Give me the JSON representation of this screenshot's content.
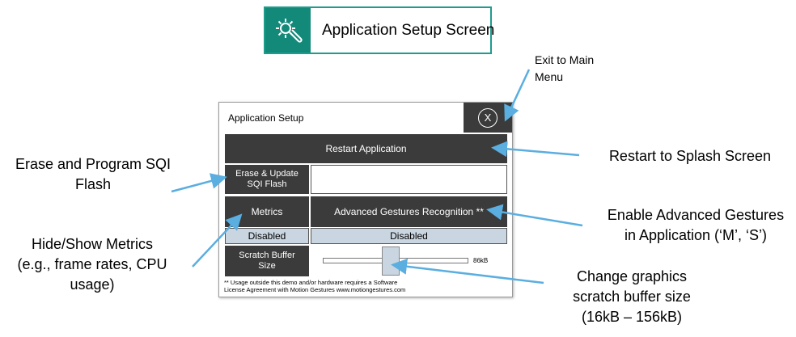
{
  "header": {
    "title": "Application Setup Screen",
    "icon": "gear-wrench-icon",
    "accent": "#13897a"
  },
  "panel": {
    "title": "Application Setup",
    "exit_label": "X",
    "restart_label": "Restart Application",
    "erase_label": "Erase & Update\nSQI Flash",
    "metrics_label": "Metrics",
    "metrics_status": "Disabled",
    "agr_label": "Advanced Gestures Recognition **",
    "agr_status": "Disabled",
    "scratch_label": "Scratch Buffer\nSize",
    "scratch_value": "86kB",
    "footnote": "** Usage outside this demo and/or hardware requires a Software\nLicense Agreement with Motion Gestures www.motiongestures.com"
  },
  "annotations": {
    "exit": "Exit to Main\nMenu",
    "erase": "Erase and Program SQI\nFlash",
    "metrics": "Hide/Show Metrics\n(e.g., frame rates, CPU\nusage)",
    "restart": "Restart to Splash Screen",
    "agr": "Enable Advanced Gestures\nin Application (‘M’, ‘S’)",
    "scratch": "Change graphics\nscratch buffer size\n(16kB – 156kB)"
  },
  "colors": {
    "dark_button": "#3b3b3b",
    "status_fill": "#c9d5e0",
    "arrow": "#5aaee0"
  }
}
